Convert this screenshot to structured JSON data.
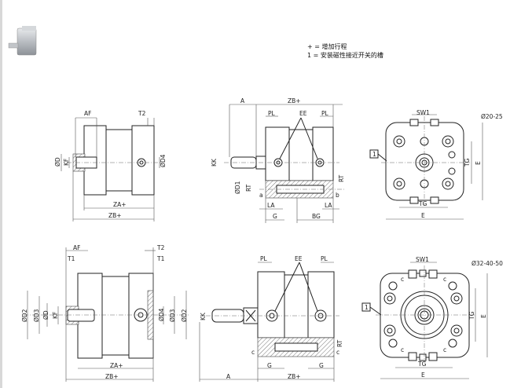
{
  "legend": {
    "plus": "+ = 增加行程",
    "one": "1 = 安装磁性接近开关的槽"
  },
  "top_left": {
    "labels": [
      "AF",
      "T2",
      "ØD",
      "KF",
      "ØD4",
      "ZA+",
      "ZB+"
    ]
  },
  "top_mid": {
    "labels": [
      "A",
      "ZB+",
      "PL",
      "EE",
      "PL",
      "KK",
      "ØD1",
      "RT",
      "RT",
      "a",
      "b",
      "LA",
      "LA",
      "G",
      "BG"
    ]
  },
  "top_right": {
    "labels": [
      "SW1",
      "Ø20-25",
      "TG",
      "E",
      "TG",
      "E",
      "1"
    ]
  },
  "bottom_left": {
    "labels": [
      "AF",
      "T2",
      "T1",
      "T1",
      "ØD2",
      "ØD3",
      "ØD",
      "KF",
      "ØD4",
      "ØD3",
      "ØD2",
      "ZA+",
      "ZB+"
    ]
  },
  "bottom_mid": {
    "labels": [
      "PL",
      "EE",
      "PL",
      "KK",
      "RT",
      "c",
      "c",
      "G",
      "G",
      "A",
      "ZB+"
    ]
  },
  "bottom_right": {
    "labels": [
      "SW1",
      "Ø32-40-50",
      "TG",
      "E",
      "TG",
      "E",
      "1",
      "c",
      "c",
      "c",
      "c"
    ]
  }
}
